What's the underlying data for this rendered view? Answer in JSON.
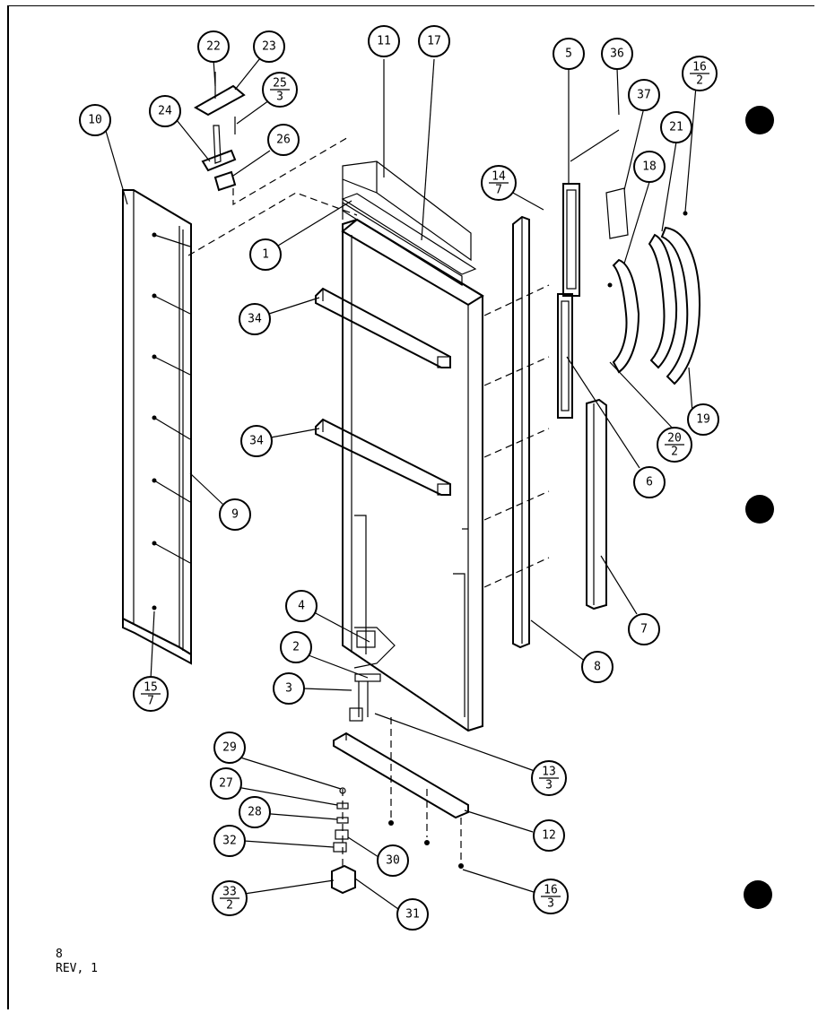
{
  "diagram": {
    "callouts": [
      {
        "id": "c22",
        "label": "22"
      },
      {
        "id": "c23",
        "label": "23"
      },
      {
        "id": "c25",
        "label": "25",
        "sub": "3"
      },
      {
        "id": "c24",
        "label": "24"
      },
      {
        "id": "c26a",
        "label": "26"
      },
      {
        "id": "c10",
        "label": "10"
      },
      {
        "id": "c11",
        "label": "11"
      },
      {
        "id": "c17",
        "label": "17"
      },
      {
        "id": "c5",
        "label": "5"
      },
      {
        "id": "c36",
        "label": "36"
      },
      {
        "id": "c16b",
        "label": "16",
        "sub": "2"
      },
      {
        "id": "c37",
        "label": "37"
      },
      {
        "id": "c21",
        "label": "21"
      },
      {
        "id": "c14",
        "label": "14",
        "sub": "7"
      },
      {
        "id": "c18",
        "label": "18"
      },
      {
        "id": "c1",
        "label": "1"
      },
      {
        "id": "c34a",
        "label": "34"
      },
      {
        "id": "c34b",
        "label": "34"
      },
      {
        "id": "c20",
        "label": "20",
        "sub": "2"
      },
      {
        "id": "c19",
        "label": "19"
      },
      {
        "id": "c6",
        "label": "6"
      },
      {
        "id": "c9",
        "label": "9"
      },
      {
        "id": "c7",
        "label": "7"
      },
      {
        "id": "c4",
        "label": "4"
      },
      {
        "id": "c2",
        "label": "2"
      },
      {
        "id": "c8",
        "label": "8"
      },
      {
        "id": "c3",
        "label": "3"
      },
      {
        "id": "c15",
        "label": "15",
        "sub": "7"
      },
      {
        "id": "c13",
        "label": "13",
        "sub": "3"
      },
      {
        "id": "c29",
        "label": "29"
      },
      {
        "id": "c27",
        "label": "27"
      },
      {
        "id": "c28",
        "label": "28"
      },
      {
        "id": "c12",
        "label": "12"
      },
      {
        "id": "c32",
        "label": "32"
      },
      {
        "id": "c30",
        "label": "30"
      },
      {
        "id": "c33",
        "label": "33",
        "sub": "2"
      },
      {
        "id": "c31",
        "label": "31"
      },
      {
        "id": "c16a",
        "label": "16",
        "sub": "3"
      }
    ]
  },
  "footer": {
    "page": "8",
    "revision": "REV, 1"
  }
}
